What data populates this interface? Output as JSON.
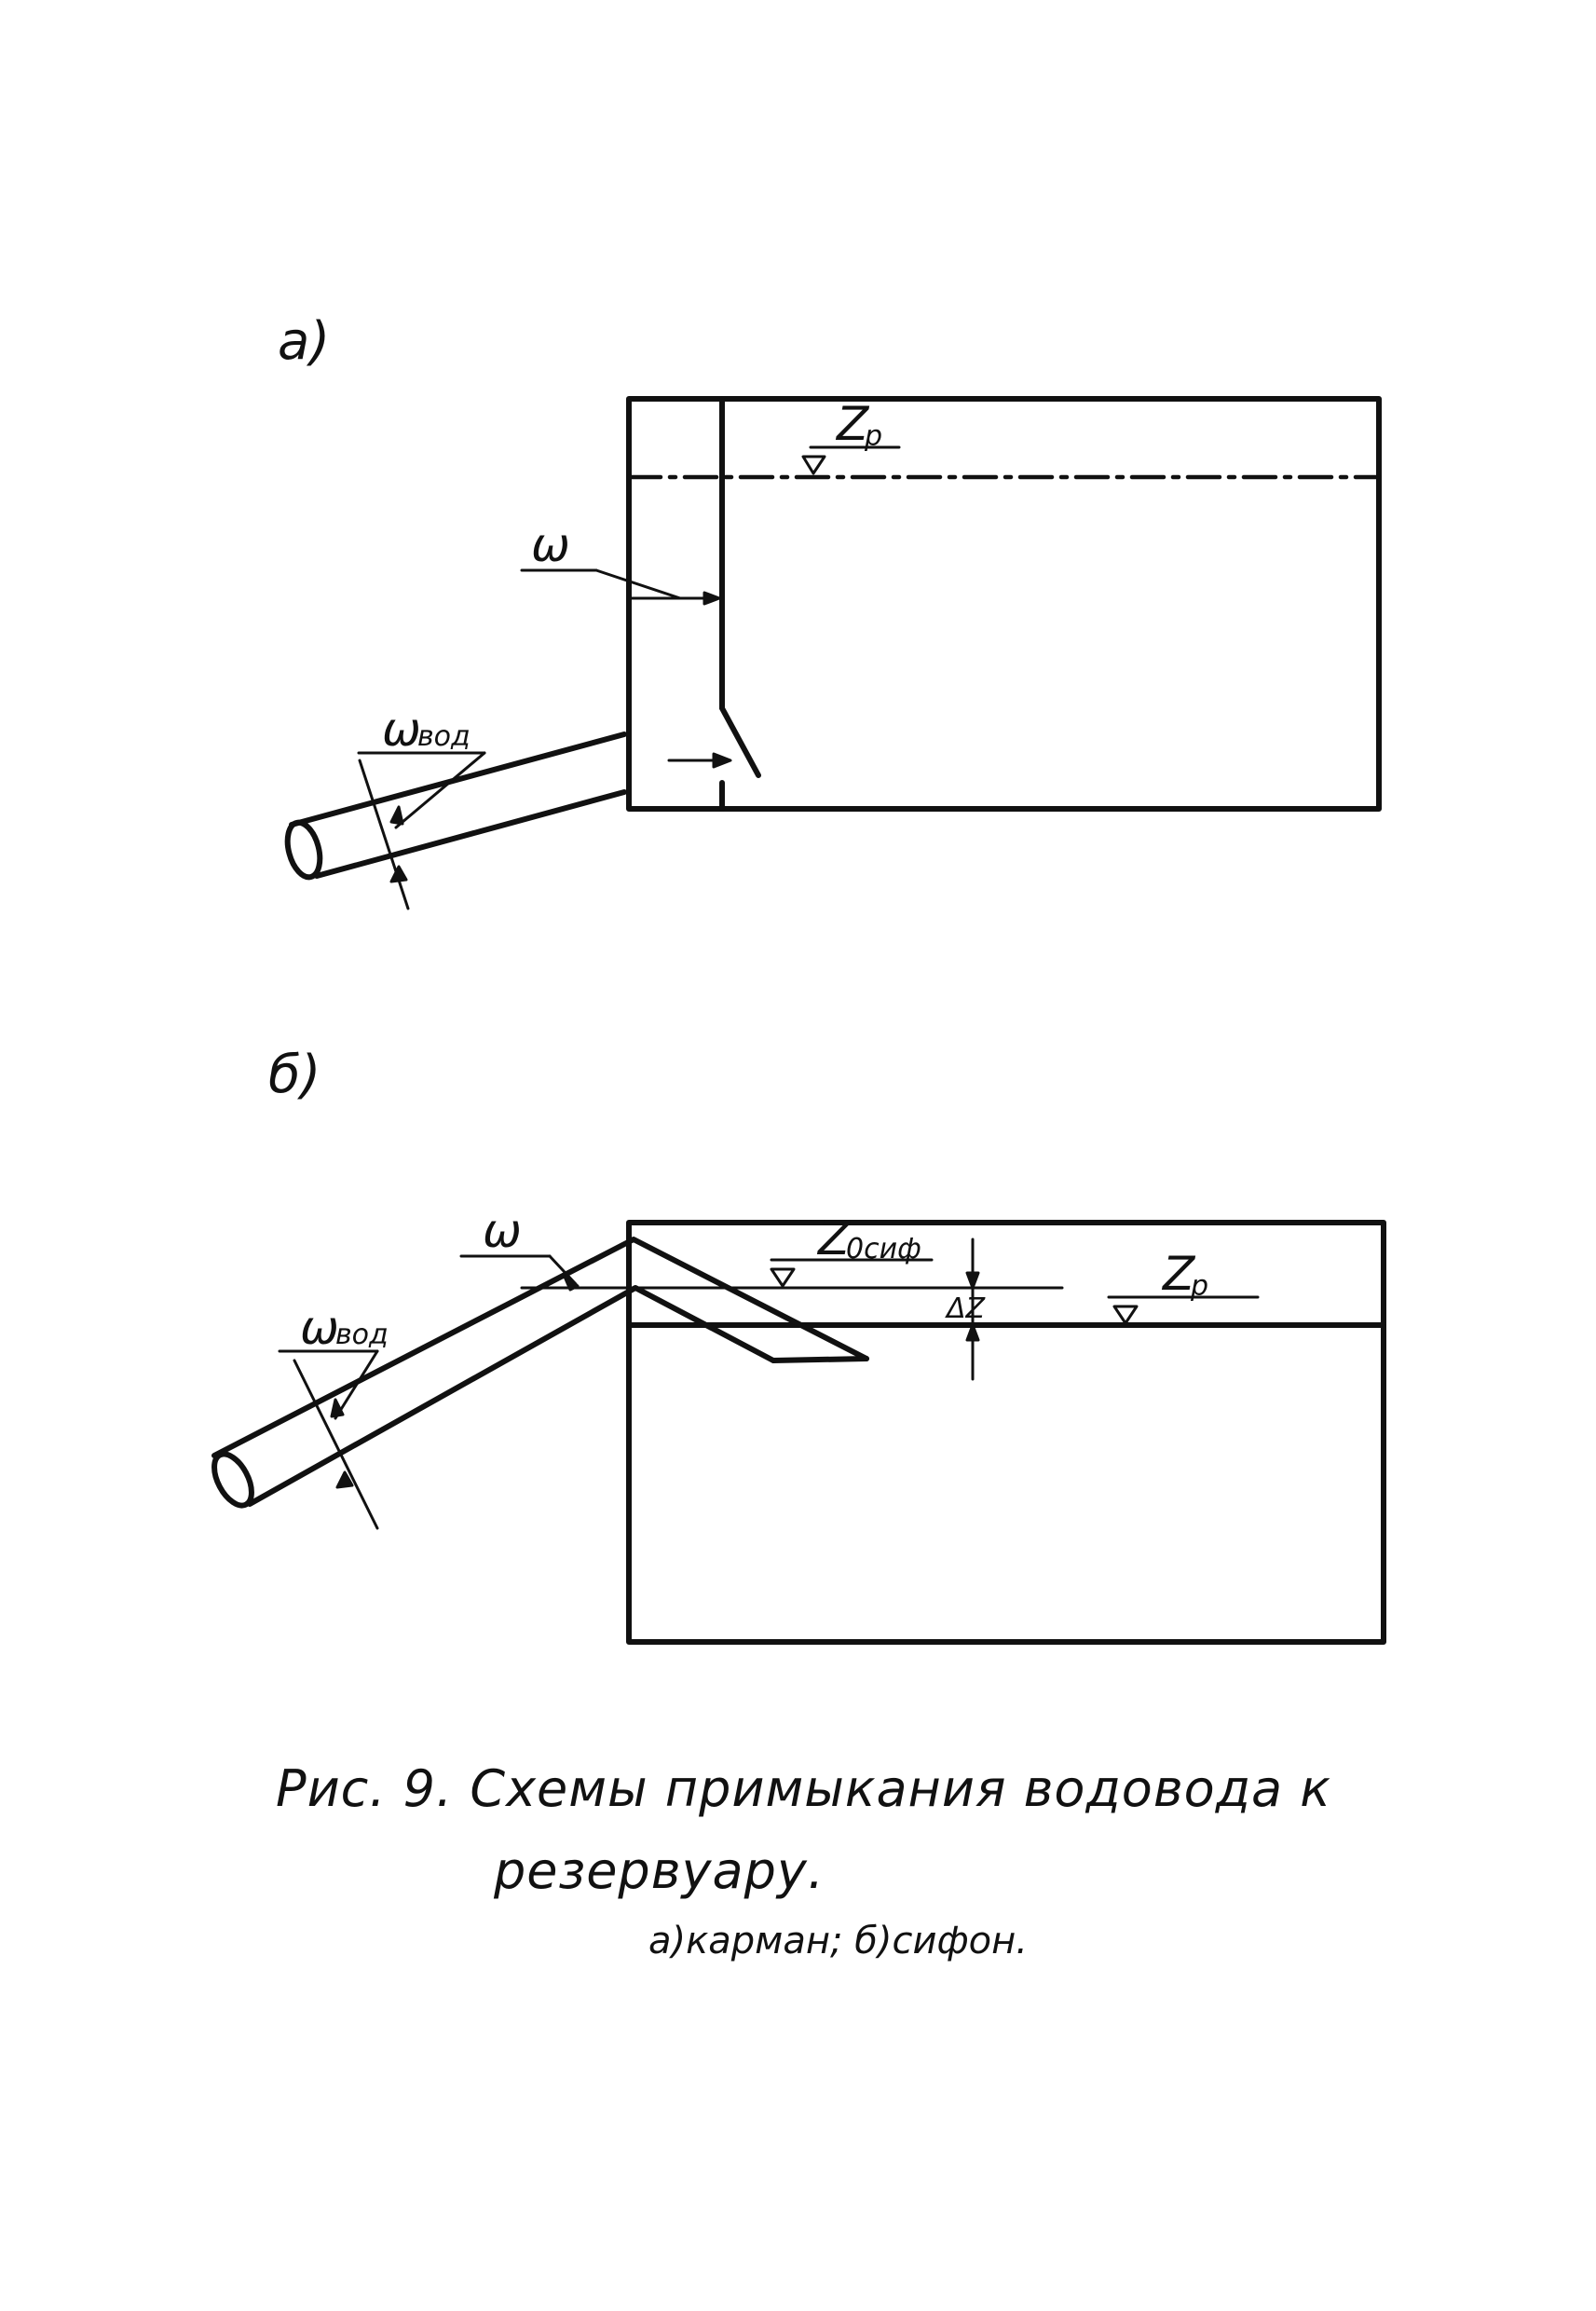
{
  "panels": [
    {
      "id": "a",
      "label": "а)",
      "name": "карман",
      "symbols": {
        "water_level": "Z",
        "water_level_sub": "p",
        "cross_section": "ω",
        "pipe_cross_section": "ω",
        "pipe_cross_section_sub": "вод"
      }
    },
    {
      "id": "b",
      "label": "б)",
      "name": "сифон",
      "symbols": {
        "cross_section": "ω",
        "pipe_cross_section": "ω",
        "pipe_cross_section_sub": "вод",
        "siphon_level": "Z",
        "siphon_level_sub": "0сиф",
        "water_level": "Z",
        "water_level_sub": "p",
        "level_difference": "ΔZ"
      }
    }
  ],
  "caption": {
    "title": "Рис. 9.  Схемы примыкания водовода к",
    "title_cont": "резервуару.",
    "legend": "а)карман; б)сифон."
  }
}
